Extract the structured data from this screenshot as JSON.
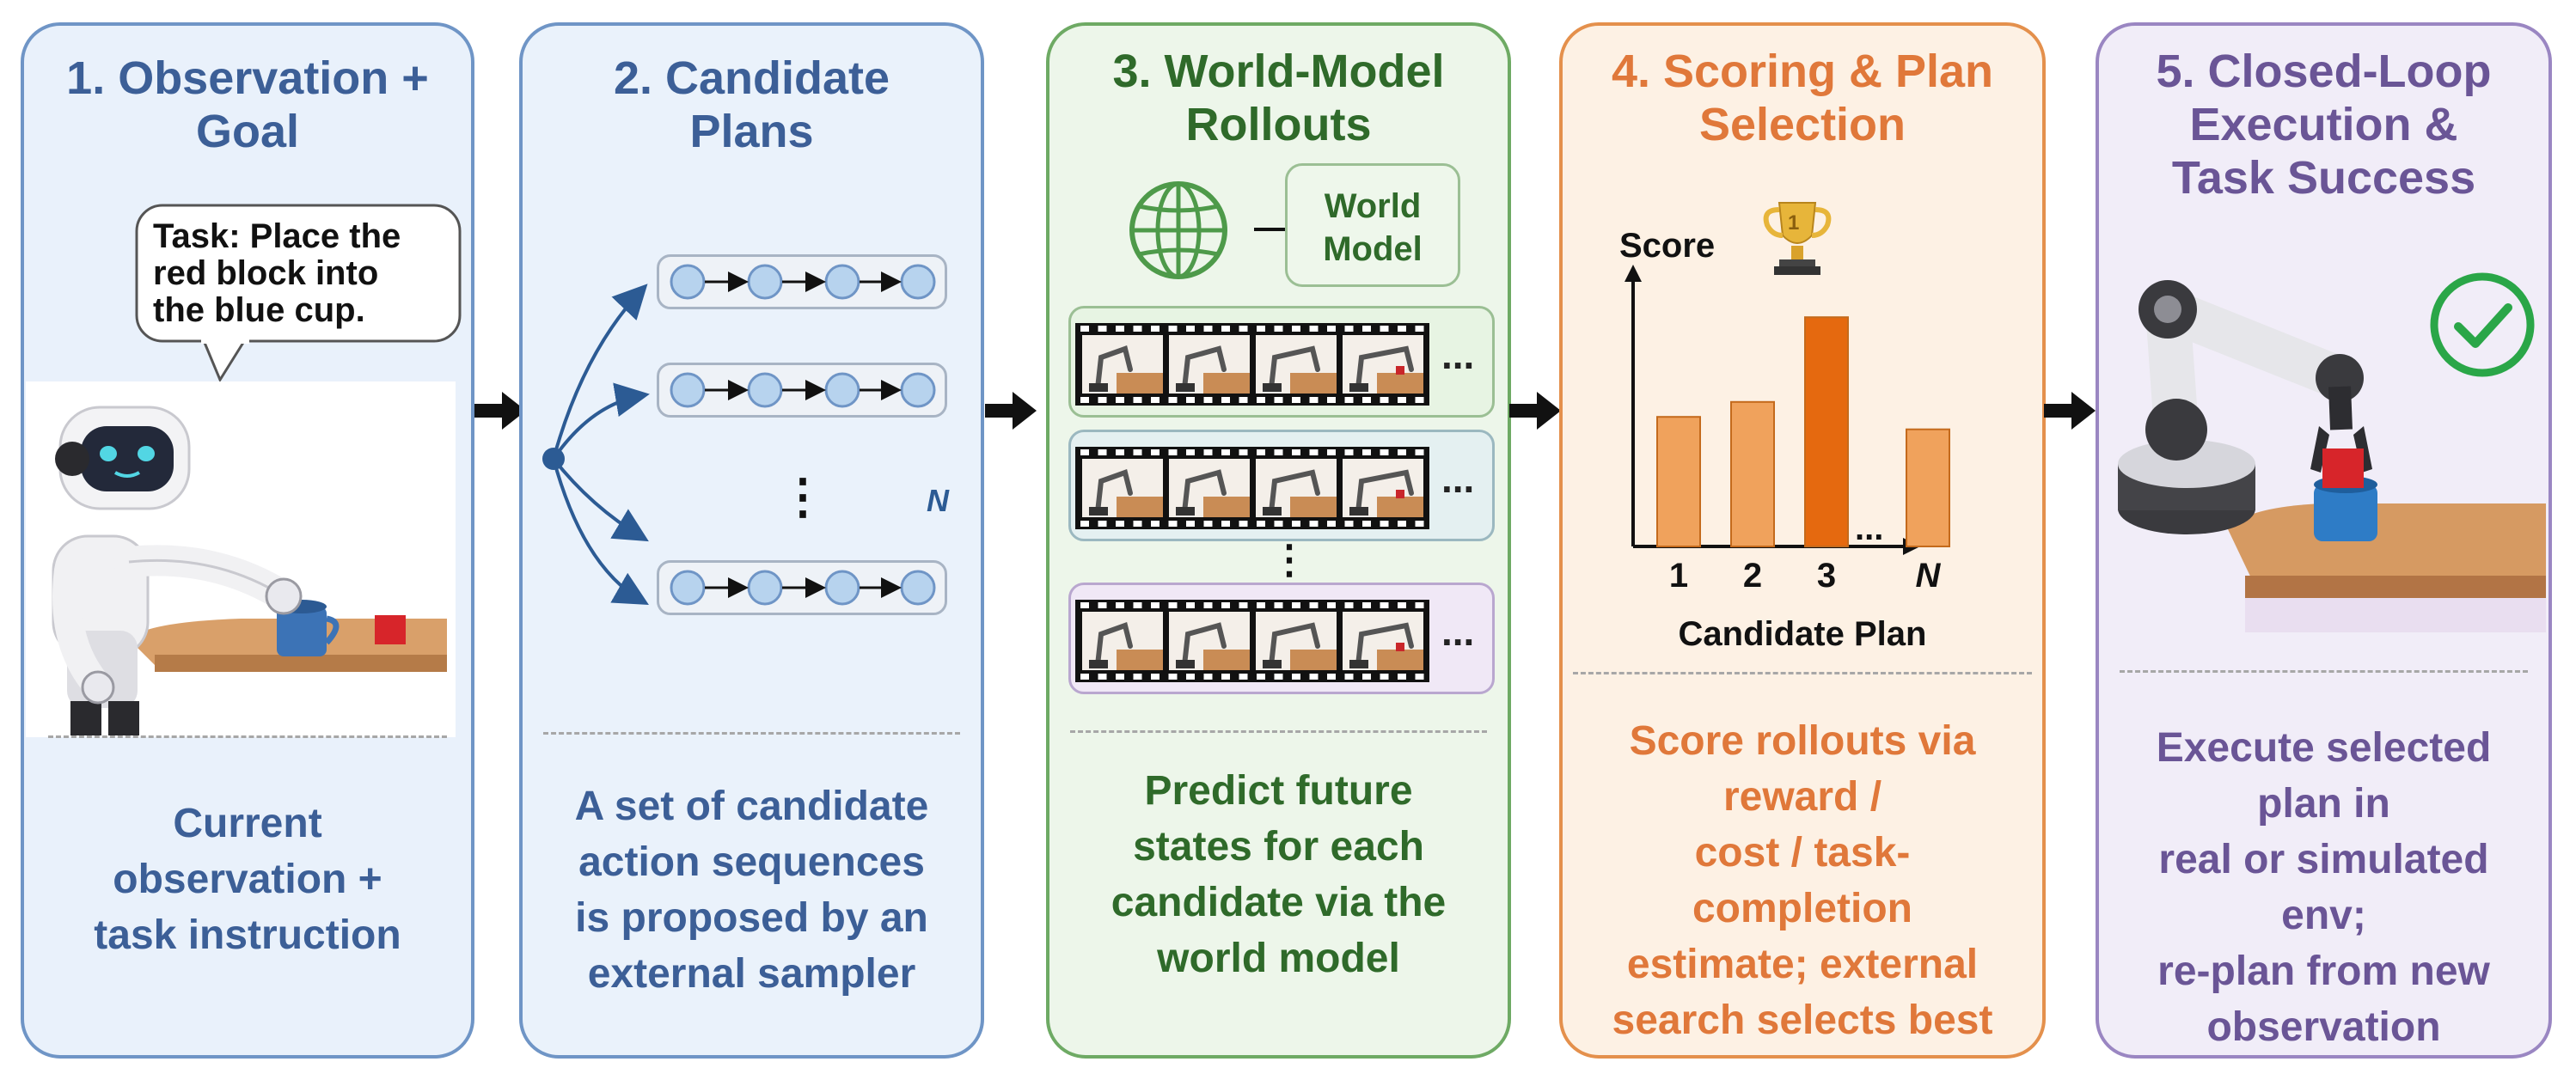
{
  "panels": [
    {
      "title": "1. Observation +\nGoal",
      "bubble": "Task: Place the\nred block into\nthe blue cup.",
      "desc": "Current\nobservation +\ntask instruction"
    },
    {
      "title": "2. Candidate\nPlans",
      "n_label": "N",
      "desc": "A set of candidate\naction sequences\nis proposed by an\nexternal sampler"
    },
    {
      "title": "3. World-Model\nRollouts",
      "world_model_label": "World\nModel",
      "desc": "Predict future\nstates for each\ncandidate via the\nworld model"
    },
    {
      "title": "4. Scoring & Plan\nSelection",
      "desc": "Score rollouts via\nreward /\ncost / task-\ncompletion\nestimate; external\nsearch selects best"
    },
    {
      "title": "5. Closed-Loop\nExecution &\nTask Success",
      "desc": "Execute selected\nplan in\nreal or simulated\nenv;\nre-plan from new\nobservation"
    }
  ],
  "ellipsis": "...",
  "vdots": "⋮",
  "trophy_rank": "1",
  "chart_data": {
    "type": "bar",
    "ylabel": "Score",
    "xlabel": "Candidate Plan",
    "categories": [
      "1",
      "2",
      "3",
      "N"
    ],
    "values": [
      0.52,
      0.58,
      0.92,
      0.47
    ],
    "ylim": [
      0,
      1
    ],
    "highlight_index": 2,
    "gap_label": "...",
    "colors": {
      "bar": "#f0a25c",
      "highlight": "#e5690f"
    }
  },
  "colors": {
    "blue": "#3c5f97",
    "green": "#2f6a2a",
    "orange": "#e0783a",
    "purple": "#6a5596",
    "check": "#2aa648"
  }
}
